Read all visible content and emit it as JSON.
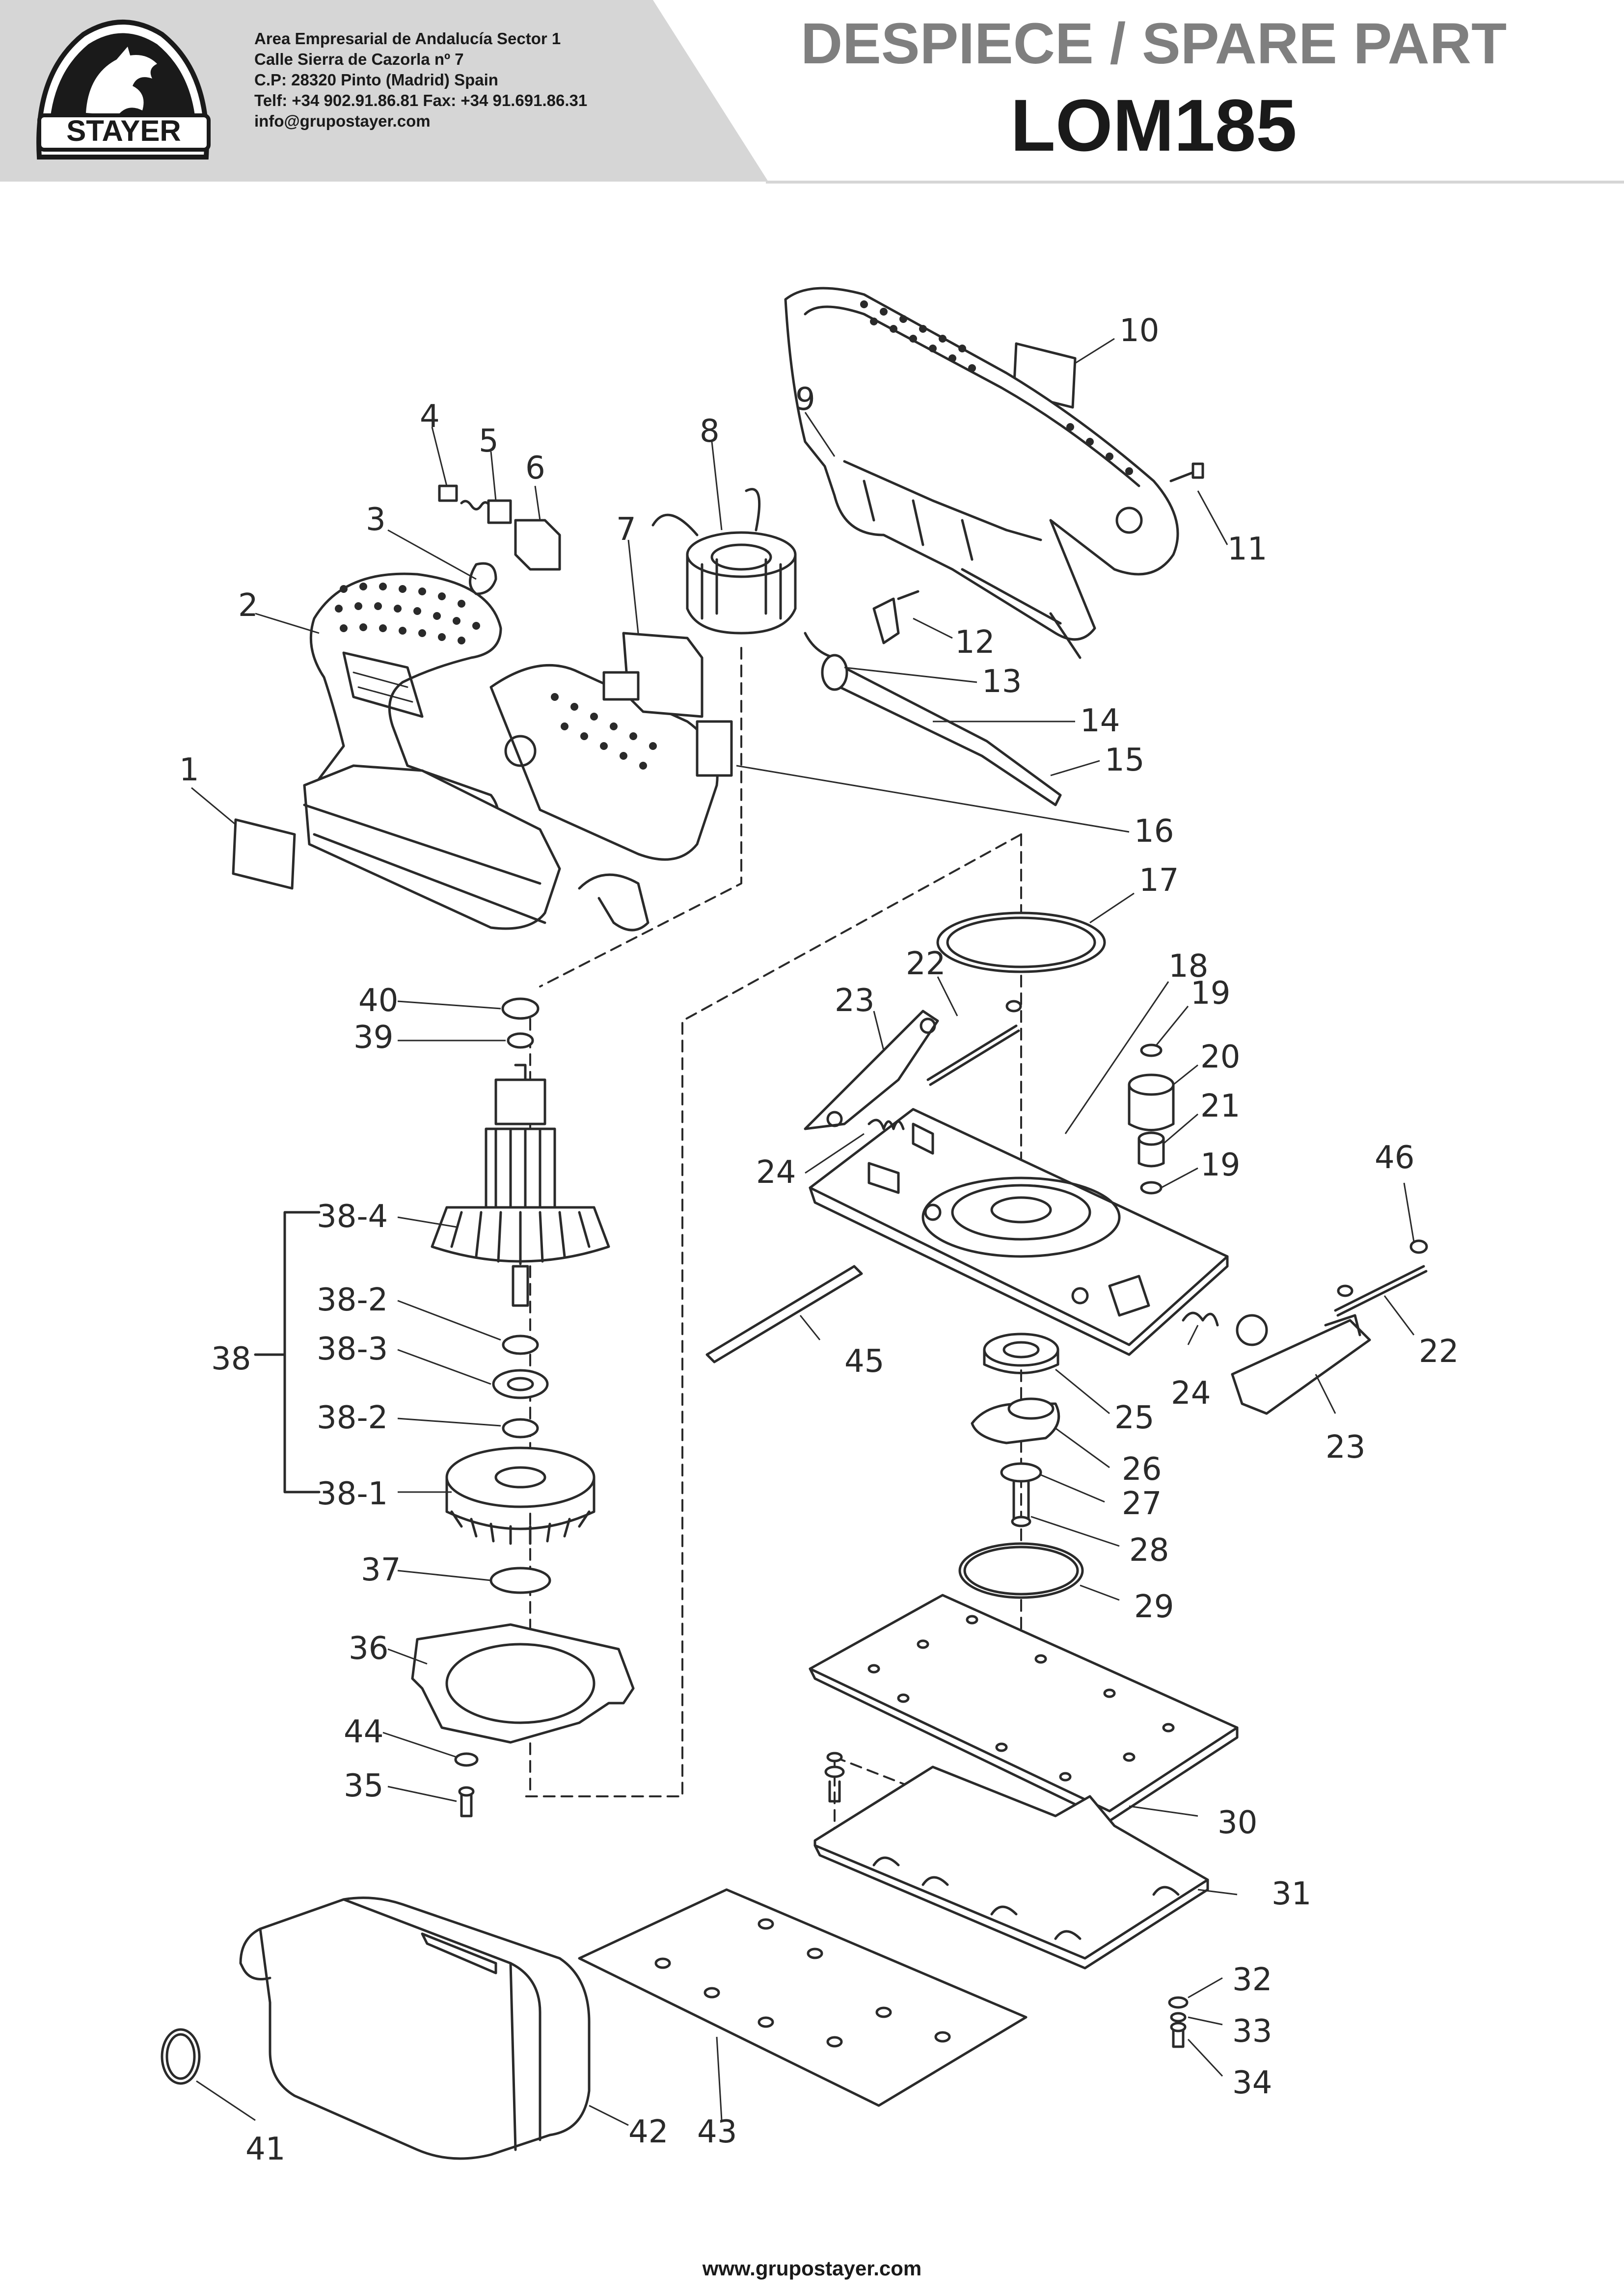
{
  "brand": {
    "logo_text": "STAYER"
  },
  "company": {
    "lines": [
      "Area Empresarial de Andalucía Sector 1",
      "Calle Sierra de Cazorla nº 7",
      "C.P: 28320 Pinto (Madrid) Spain",
      "Telf: +34 902.91.86.81 Fax: +34 91.691.86.31",
      "info@grupostayer.com"
    ]
  },
  "document": {
    "heading": "DESPIECE / SPARE PART",
    "model": "LOM185"
  },
  "callouts": [
    {
      "label": "1"
    },
    {
      "label": "2"
    },
    {
      "label": "3"
    },
    {
      "label": "4"
    },
    {
      "label": "5"
    },
    {
      "label": "6"
    },
    {
      "label": "7"
    },
    {
      "label": "8"
    },
    {
      "label": "9"
    },
    {
      "label": "10"
    },
    {
      "label": "11"
    },
    {
      "label": "12"
    },
    {
      "label": "13"
    },
    {
      "label": "14"
    },
    {
      "label": "15"
    },
    {
      "label": "16"
    },
    {
      "label": "17"
    },
    {
      "label": "18"
    },
    {
      "label": "19"
    },
    {
      "label": "20"
    },
    {
      "label": "21"
    },
    {
      "label": "19"
    },
    {
      "label": "22"
    },
    {
      "label": "23"
    },
    {
      "label": "24"
    },
    {
      "label": "46"
    },
    {
      "label": "22"
    },
    {
      "label": "45"
    },
    {
      "label": "24"
    },
    {
      "label": "23"
    },
    {
      "label": "25"
    },
    {
      "label": "26"
    },
    {
      "label": "27"
    },
    {
      "label": "28"
    },
    {
      "label": "29"
    },
    {
      "label": "30"
    },
    {
      "label": "31"
    },
    {
      "label": "32"
    },
    {
      "label": "33"
    },
    {
      "label": "34"
    },
    {
      "label": "40"
    },
    {
      "label": "39"
    },
    {
      "label": "38-4"
    },
    {
      "label": "38-2"
    },
    {
      "label": "38-3"
    },
    {
      "label": "38"
    },
    {
      "label": "38-2"
    },
    {
      "label": "38-1"
    },
    {
      "label": "37"
    },
    {
      "label": "36"
    },
    {
      "label": "44"
    },
    {
      "label": "35"
    },
    {
      "label": "41"
    },
    {
      "label": "42"
    },
    {
      "label": "43"
    }
  ],
  "footer": {
    "url": "www.grupostayer.com"
  },
  "colors": {
    "header_band": "#d6d6d6",
    "heading_gray": "#7f7f7f",
    "line": "#2a2a2a"
  }
}
